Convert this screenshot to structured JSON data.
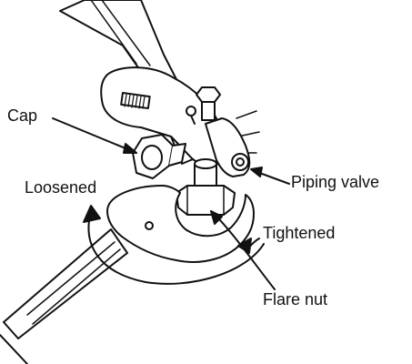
{
  "labels": {
    "cap": "Cap",
    "loosened": "Loosened",
    "piping_valve": "Piping valve",
    "tightened": "Tightened",
    "flare_nut": "Flare nut"
  },
  "colors": {
    "ink": "#111111",
    "background": "#ffffff"
  }
}
